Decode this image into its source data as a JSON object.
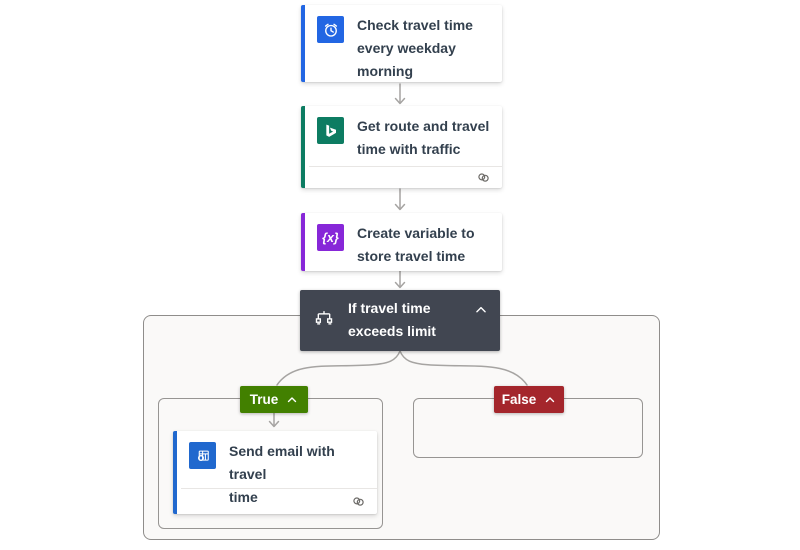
{
  "app": {
    "name": "Flow designer canvas"
  },
  "colors": {
    "trigger_accent": "#2266e3",
    "bing_accent": "#0d7c62",
    "variable_accent": "#8727d8",
    "outlook_accent": "#2068ce",
    "condition_bg": "#414651",
    "true_bg": "#428000",
    "false_bg": "#a4262c",
    "connector": "#a6a4a2",
    "scope_bg": "#faf9f8",
    "title_text": "#33404e"
  },
  "cards": {
    "trigger": {
      "title": "Check travel time\nevery weekday\nmorning",
      "icon": "recurrence-clock"
    },
    "get_route": {
      "title": "Get route and travel\ntime with traffic",
      "icon": "bing-maps",
      "has_connection_badge": true
    },
    "create_variable": {
      "title": "Create variable to\nstore travel time",
      "icon": "variable",
      "glyph": "{x}"
    },
    "condition": {
      "title": "If travel time\nexceeds limit",
      "icon": "condition-branch",
      "state": "expanded"
    },
    "send_email": {
      "title": "Send email with travel\ntime",
      "icon": "outlook",
      "has_connection_badge": true
    }
  },
  "branches": {
    "true": {
      "label": "True",
      "state": "expanded"
    },
    "false": {
      "label": "False",
      "state": "expanded"
    }
  }
}
